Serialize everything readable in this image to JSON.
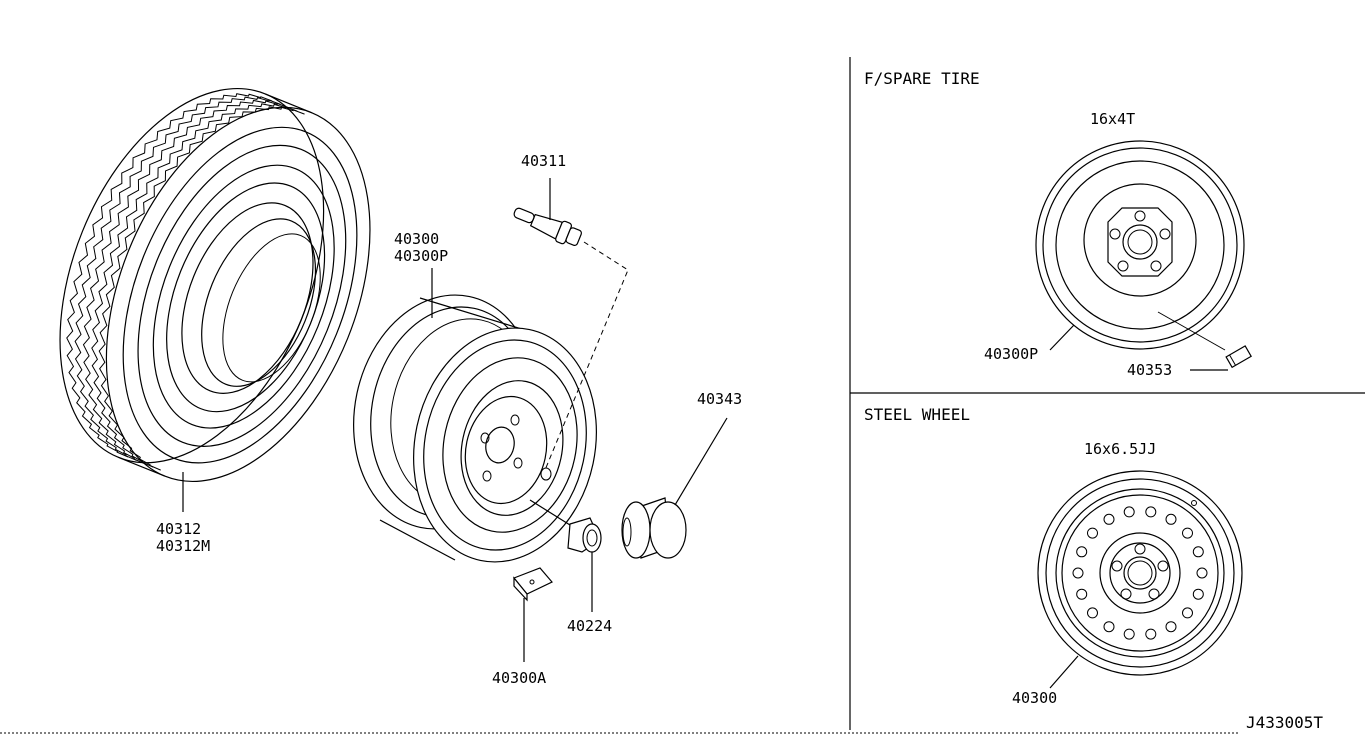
{
  "labels": {
    "tire_a": "40312",
    "tire_b": "40312M",
    "valve": "40311",
    "wheel_a": "40300",
    "wheel_b": "40300P",
    "nut": "40224",
    "cap": "40343",
    "weight": "40300A"
  },
  "spare_panel": {
    "title": "F/SPARE TIRE",
    "size": "16x4T",
    "wheel_part": "40300P",
    "weight_part": "40353"
  },
  "steel_panel": {
    "title": "STEEL WHEEL",
    "size": "16x6.5JJ",
    "wheel_part": "40300"
  },
  "diagram_code": "J433005T"
}
